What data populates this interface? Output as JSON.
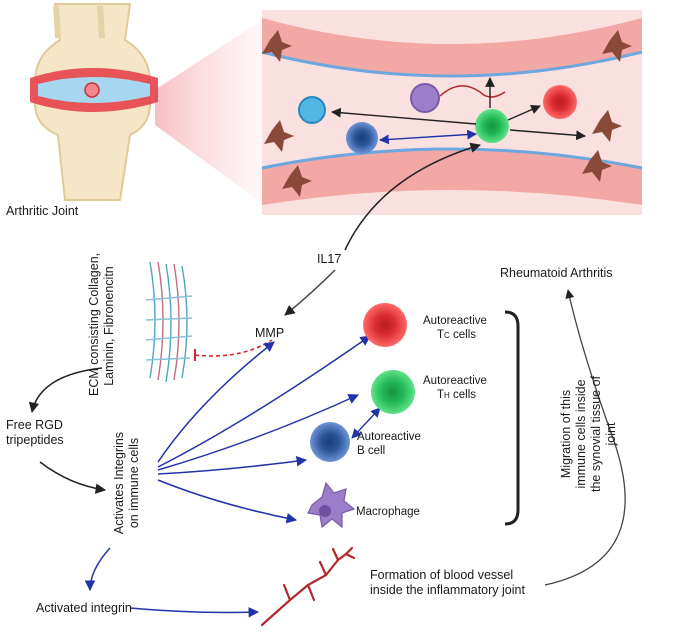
{
  "joint": {
    "label": "Arthritic Joint"
  },
  "vessel": {
    "cytokine_label": "IL17"
  },
  "ecm": {
    "label_line1": "ECM consisting Collagen,",
    "label_line2": "Laminin, Fibronencitn"
  },
  "mmp": {
    "label": "MMP"
  },
  "rgd": {
    "line1": "Free RGD",
    "line2": "tripeptides"
  },
  "integrins": {
    "line1": "Activates Integrins",
    "line2": "on immune cells"
  },
  "activated_integrin": {
    "label": "Activated integrin"
  },
  "cells": {
    "tc": {
      "line1": "Autoreactive",
      "line2_main": "T",
      "line2_sub": "C",
      "line2_rest": " cells"
    },
    "th": {
      "line1": "Autoreactive",
      "line2_main": "T",
      "line2_sub": "H",
      "line2_rest": " cells"
    },
    "b": {
      "line1": "Autoreactive",
      "line2": "B cell"
    },
    "macrophage": {
      "label": "Macrophage"
    }
  },
  "migration": {
    "line1": "Migration of this",
    "line2": "immune cells inside",
    "line3": "the synovial tissue of",
    "line4": "joint"
  },
  "outcome": {
    "label": "Rheumatoid Arthritis"
  },
  "angiogenesis": {
    "line1": "Formation of blood vessel",
    "line2": "inside the inflammatory joint"
  },
  "colors": {
    "tc_cell": "#e8393c",
    "th_cell": "#22c45a",
    "b_cell": "#2f5fa8",
    "macrophage": "#9b7ec9",
    "vessel_wall": "#f2a9a6",
    "arrow_blue": "#2233aa",
    "inhibit_red": "#d62828"
  }
}
